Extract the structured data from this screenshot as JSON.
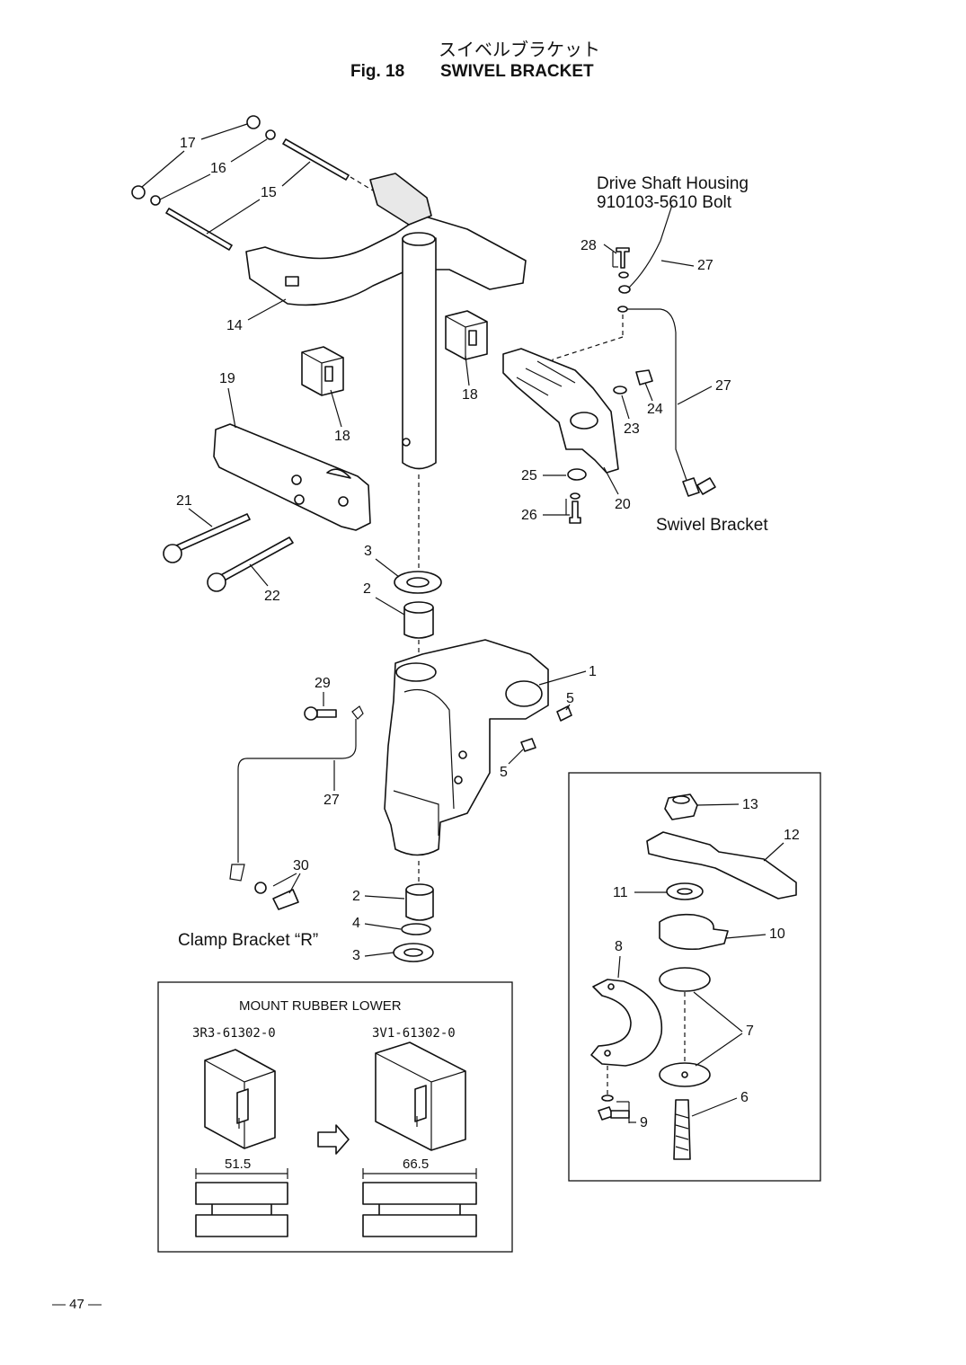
{
  "header": {
    "title_jp": "スイベルブラケット",
    "fig_label": "Fig. 18",
    "title_en": "SWIVEL BRACKET"
  },
  "notes": {
    "drive_shaft_line1": "Drive Shaft Housing",
    "drive_shaft_line2": "910103-5610 Bolt",
    "swivel_bracket": "Swivel Bracket",
    "clamp_bracket": "Clamp Bracket “R”"
  },
  "callouts": {
    "c17": "17",
    "c16": "16",
    "c15": "15",
    "c14": "14",
    "c19": "19",
    "c18a": "18",
    "c18b": "18",
    "c21": "21",
    "c22": "22",
    "c3a": "3",
    "c2a": "2",
    "c1": "1",
    "c5a": "5",
    "c5b": "5",
    "c29": "29",
    "c27a": "27",
    "c30": "30",
    "c2b": "2",
    "c4": "4",
    "c3b": "3",
    "c28": "28",
    "c27b": "27",
    "c27c": "27",
    "c24": "24",
    "c23": "23",
    "c25": "25",
    "c26": "26",
    "c20": "20",
    "c13": "13",
    "c12": "12",
    "c11": "11",
    "c10": "10",
    "c8": "8",
    "c7": "7",
    "c9": "9",
    "c6": "6"
  },
  "inset": {
    "title": "MOUNT RUBBER LOWER",
    "old_part": "3R3-61302-0",
    "new_part": "3V1-61302-0",
    "old_dim": "51.5",
    "new_dim": "66.5"
  },
  "footer": {
    "page_number": "— 47 —"
  }
}
